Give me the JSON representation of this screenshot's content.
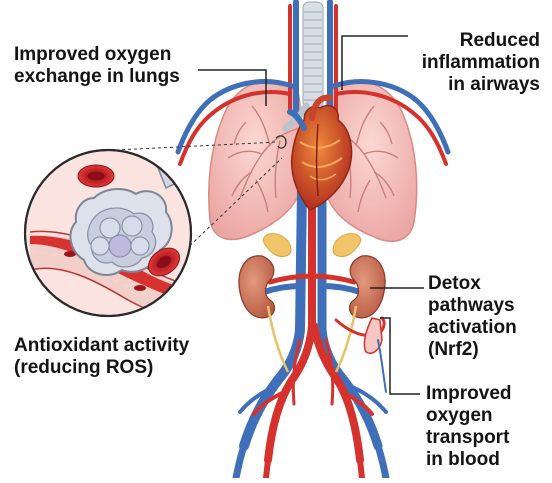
{
  "labels": {
    "lungs": [
      "Improved oxygen",
      "exchange in lungs"
    ],
    "airways": [
      "Reduced",
      "inflammation",
      "in airways"
    ],
    "detox": [
      "Detox",
      "pathways",
      "activation",
      "(Nrf2)"
    ],
    "ros": [
      "Antioxidant activity",
      "(reducing ROS)"
    ],
    "transport": [
      "Improved",
      "oxygen",
      "transport",
      "in blood"
    ]
  },
  "colors": {
    "lung": "#f4bdb8",
    "lung_edge": "#d98a86",
    "artery": "#d6322d",
    "vein": "#3f6fb8",
    "heart": "#c8452c",
    "kidney": "#c9705a",
    "adrenal": "#f2c46a",
    "trachea": "#c9d3dc",
    "rbc": "#c7262c",
    "vessel_wall": "#f0c9c4",
    "alveolus": "#d9dde8",
    "leader_line": "#222222"
  },
  "icons": [
    "lungs-illustration",
    "heart-illustration",
    "kidney-illustration",
    "alveolus-zoom-illustration",
    "red-blood-cell-icon",
    "blood-vessel-illustration"
  ]
}
